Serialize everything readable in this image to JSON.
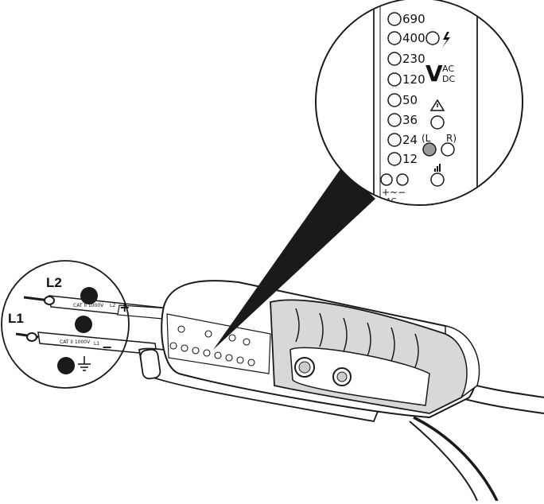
{
  "probe_labels": {
    "l2": "L2",
    "l1": "L1"
  },
  "probe_print": {
    "cat": "CAT II 1000V",
    "l2": "L2",
    "l1": "L1",
    "plus": "+",
    "minus": "−"
  },
  "voltages": [
    "690",
    "400",
    "230",
    "120",
    "50",
    "36",
    "24",
    "12"
  ],
  "zoom": {
    "v_symbol": "V",
    "ac": "AC",
    "dc": "DC",
    "left_indicator": "(L",
    "right_indicator": "R)",
    "polarity_top": "+~−",
    "polarity_bottom": "AC"
  },
  "icons": [
    "lightning-icon",
    "warning-triangle-icon",
    "sound-icon",
    "ground-icon"
  ],
  "colors": {
    "outline": "#1a1a1a",
    "lit_led": "#9a9a9a",
    "grip": "#d8d8d8"
  }
}
